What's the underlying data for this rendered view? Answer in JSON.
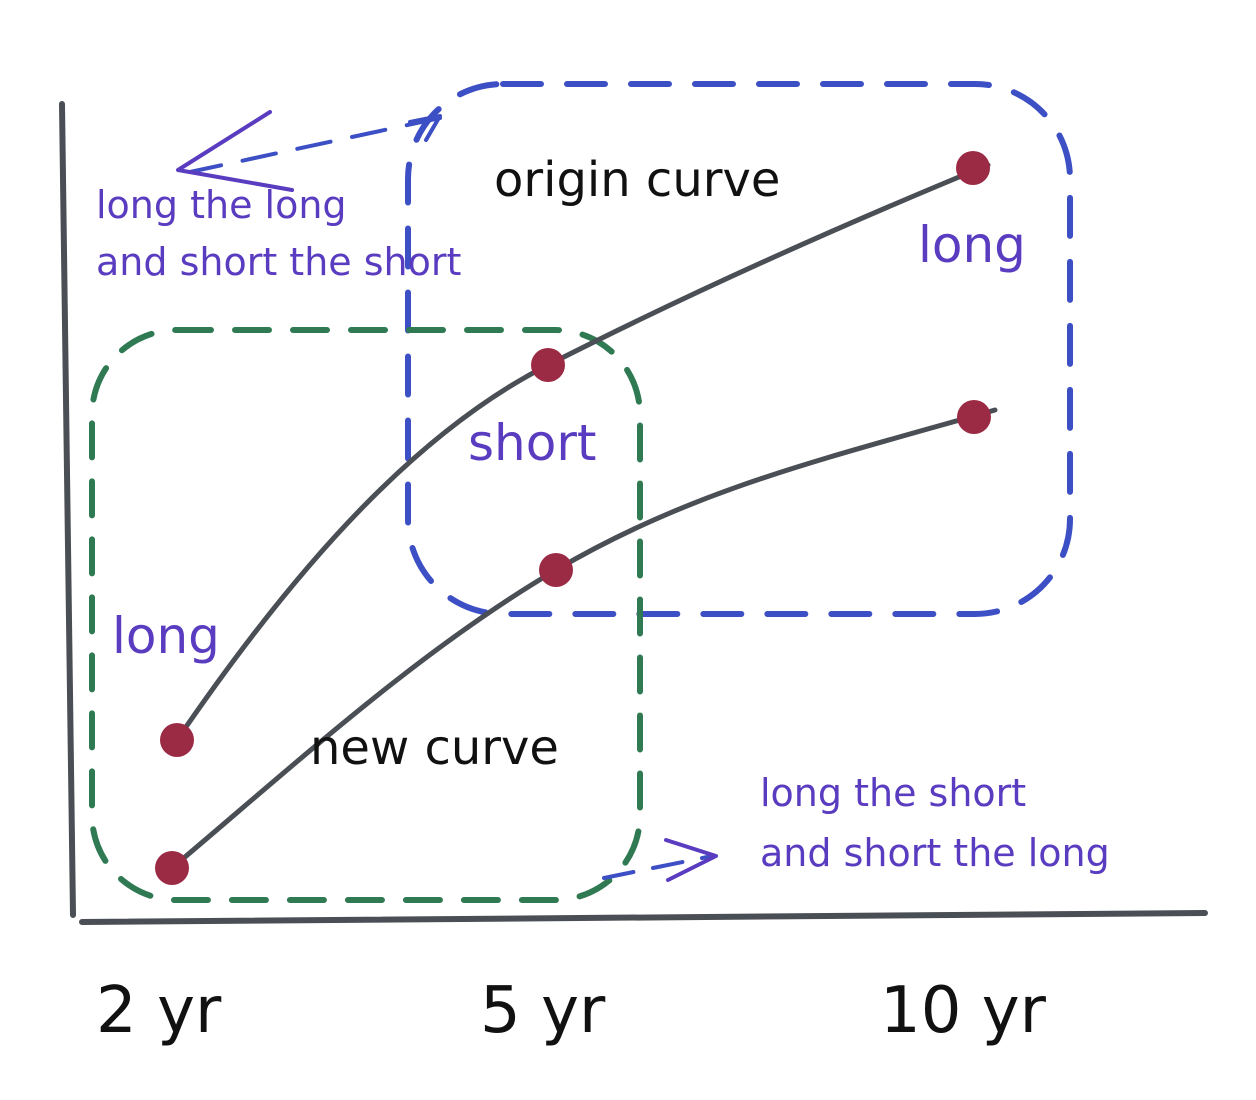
{
  "colors": {
    "axis": "#4a4e55",
    "curve": "#4a4e55",
    "point": "#9b2a45",
    "blue_box": "#3d4fc4",
    "green_box": "#2f7a52",
    "purple_text": "#5a3cc0",
    "black_text": "#111111"
  },
  "x_ticks": [
    "2 yr",
    "5 yr",
    "10 yr"
  ],
  "labels": {
    "origin_curve": "origin curve",
    "new_curve": "new curve",
    "long_top_right": "long",
    "short_middle": "short",
    "long_left": "long"
  },
  "notes": {
    "top_left_line1": "long the long",
    "top_left_line2": "and short the short",
    "bottom_right_line1": "long the short",
    "bottom_right_line2": "and short the long"
  },
  "chart_data": {
    "type": "line",
    "categories": [
      "2 yr",
      "5 yr",
      "10 yr"
    ],
    "series": [
      {
        "name": "origin curve",
        "values": [
          2.5,
          7.5,
          10.5
        ]
      },
      {
        "name": "new curve",
        "values": [
          0.5,
          4.5,
          7.0
        ]
      }
    ]
  }
}
